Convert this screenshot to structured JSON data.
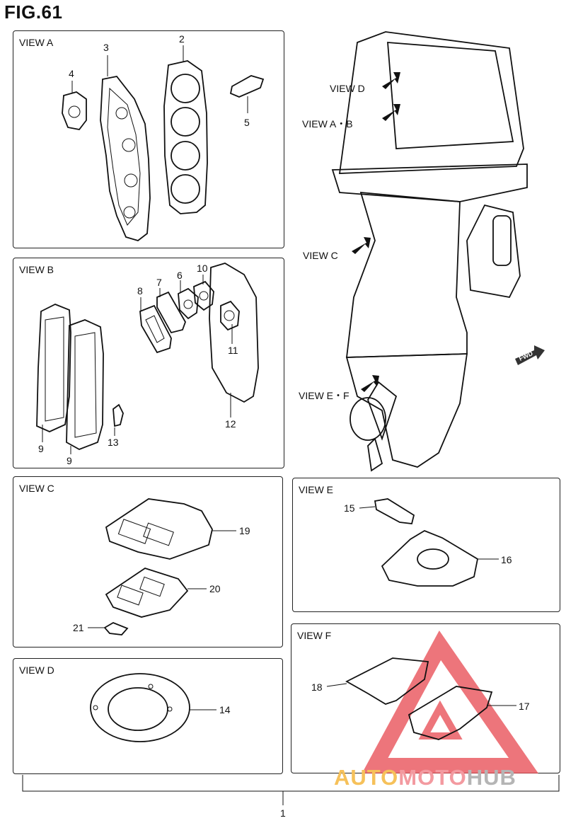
{
  "figure": {
    "title": "FIG.61"
  },
  "views": {
    "a": {
      "label": "VIEW A",
      "parts": [
        "3",
        "2",
        "4",
        "5"
      ]
    },
    "b": {
      "label": "VIEW B",
      "parts": [
        "10",
        "6",
        "7",
        "8",
        "11",
        "9",
        "9",
        "13",
        "12"
      ]
    },
    "c": {
      "label": "VIEW C",
      "parts": [
        "19",
        "20",
        "21"
      ]
    },
    "d": {
      "label": "VIEW D",
      "parts": [
        "14"
      ]
    },
    "e": {
      "label": "VIEW E",
      "parts": [
        "15",
        "16"
      ]
    },
    "f": {
      "label": "VIEW F",
      "parts": [
        "18",
        "17"
      ]
    }
  },
  "motor": {
    "callouts": [
      "VIEW D",
      "VIEW A・B",
      "VIEW C",
      "VIEW E・F"
    ],
    "fwd": "FWD"
  },
  "assembly": {
    "number": "1"
  },
  "watermark": {
    "part1": "AUTO",
    "part2": "MOTO",
    "part3": "HUB",
    "color_red": "#e8484f",
    "color_yellow": "#f6c15a",
    "color_grey": "#b5b5b5"
  }
}
